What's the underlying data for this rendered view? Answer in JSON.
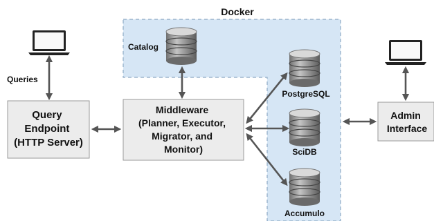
{
  "docker": {
    "label": "Docker"
  },
  "catalog": {
    "label": "Catalog"
  },
  "query_endpoint": {
    "lines": [
      "Query",
      "Endpoint",
      "(HTTP Server)"
    ]
  },
  "middleware": {
    "lines": [
      "Middleware",
      "(Planner, Executor,",
      "Migrator, and",
      "Monitor)"
    ]
  },
  "admin_interface": {
    "lines": [
      "Admin",
      "Interface"
    ]
  },
  "databases": [
    "PostgreSQL",
    "SciDB",
    "Accumulo"
  ],
  "queries": {
    "label": "Queries"
  },
  "colors": {
    "docker_fill": "#d6e6f5",
    "docker_border": "#8da9c4",
    "box_fill": "#ececec",
    "arrow": "#555555",
    "db_body": "#8e8e8e",
    "laptop": "#222222"
  },
  "icons": [
    "laptop-icon",
    "database-icon"
  ]
}
